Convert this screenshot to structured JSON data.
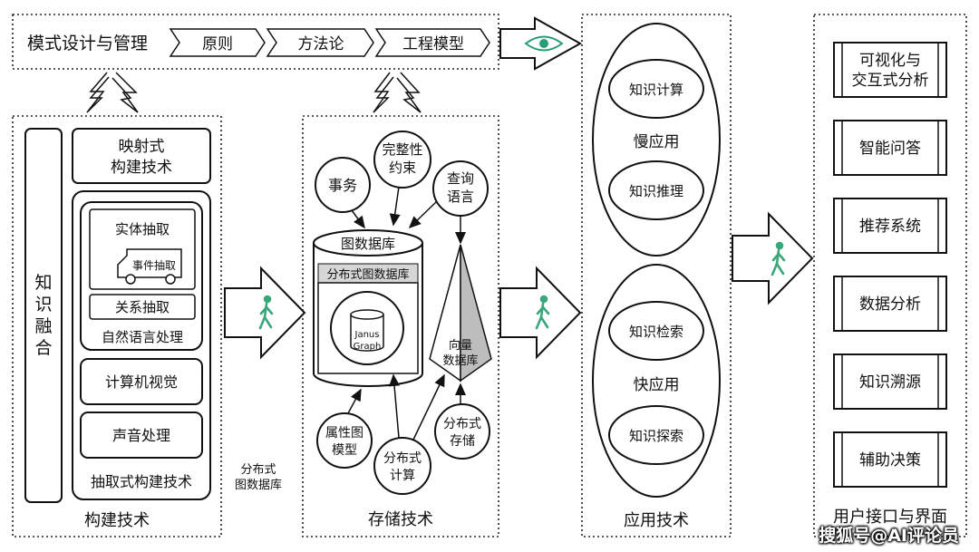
{
  "top_bar": {
    "title": "模式设计与管理",
    "chevrons": [
      "原则",
      "方法论",
      "工程模型"
    ]
  },
  "construction": {
    "title": "构建技术",
    "fusion": [
      "知",
      "识",
      "融",
      "合"
    ],
    "mapping": [
      "映射式",
      "构建技术"
    ],
    "entity": "实体抽取",
    "event": "事件抽取",
    "relation": "关系抽取",
    "nlp": "自然语言处理",
    "cv": "计算机视觉",
    "audio": "声音处理",
    "extraction": "抽取式构建技术"
  },
  "side_note": [
    "分布式",
    "图数据库"
  ],
  "storage": {
    "title": "存储技术",
    "transaction": "事务",
    "integrity": [
      "完整性",
      "约束"
    ],
    "query": [
      "查询",
      "语言"
    ],
    "graph_db": "图数据库",
    "dist_graph_db": "分布式图数据库",
    "janus": [
      "Janus",
      "Graph"
    ],
    "vector_db": [
      "向量",
      "数据库"
    ],
    "property_graph": [
      "属性图",
      "模型"
    ],
    "dist_compute": [
      "分布式",
      "计算"
    ],
    "dist_storage": [
      "分布式",
      "存储"
    ]
  },
  "application": {
    "title": "应用技术",
    "slow": "慢应用",
    "knowledge_compute": "知识计算",
    "knowledge_reasoning": "知识推理",
    "fast": "快应用",
    "knowledge_search": "知识检索",
    "knowledge_explore": "知识探索"
  },
  "interface": {
    "title": "用户接口与界面",
    "items": [
      [
        "可视化与",
        "交互式分析"
      ],
      [
        "智能问答"
      ],
      [
        "推荐系统"
      ],
      [
        "数据分析"
      ],
      [
        "知识溯源"
      ],
      [
        "辅助决策"
      ]
    ]
  },
  "watermark": "搜狐号@AI评论员",
  "colors": {
    "walker": "#3aa77a",
    "eye": "#2a9a72",
    "vector_shade": "#bdbdbd"
  }
}
